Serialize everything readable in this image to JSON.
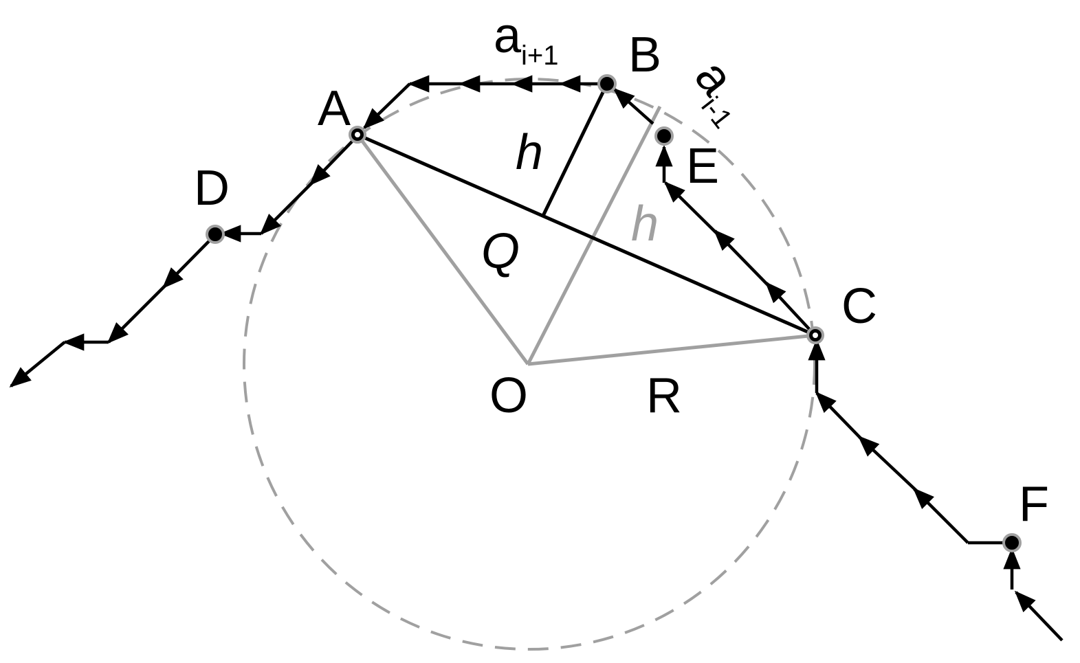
{
  "diagram": {
    "labels": {
      "A": "A",
      "B": "B",
      "C": "C",
      "D": "D",
      "E": "E",
      "F": "F",
      "O": "O",
      "R": "R",
      "Q": "Q",
      "h_black": "h",
      "h_gray": "h",
      "a_next_base": "a",
      "a_next_sub": "i+1",
      "a_prev_base": "a",
      "a_prev_sub": "i-1"
    },
    "colors": {
      "path": "#000000",
      "construction": "#a0a0a0",
      "circle": "#a0a0a0",
      "point_fill": "#000000",
      "point_ring": "#a0a0a0"
    }
  }
}
